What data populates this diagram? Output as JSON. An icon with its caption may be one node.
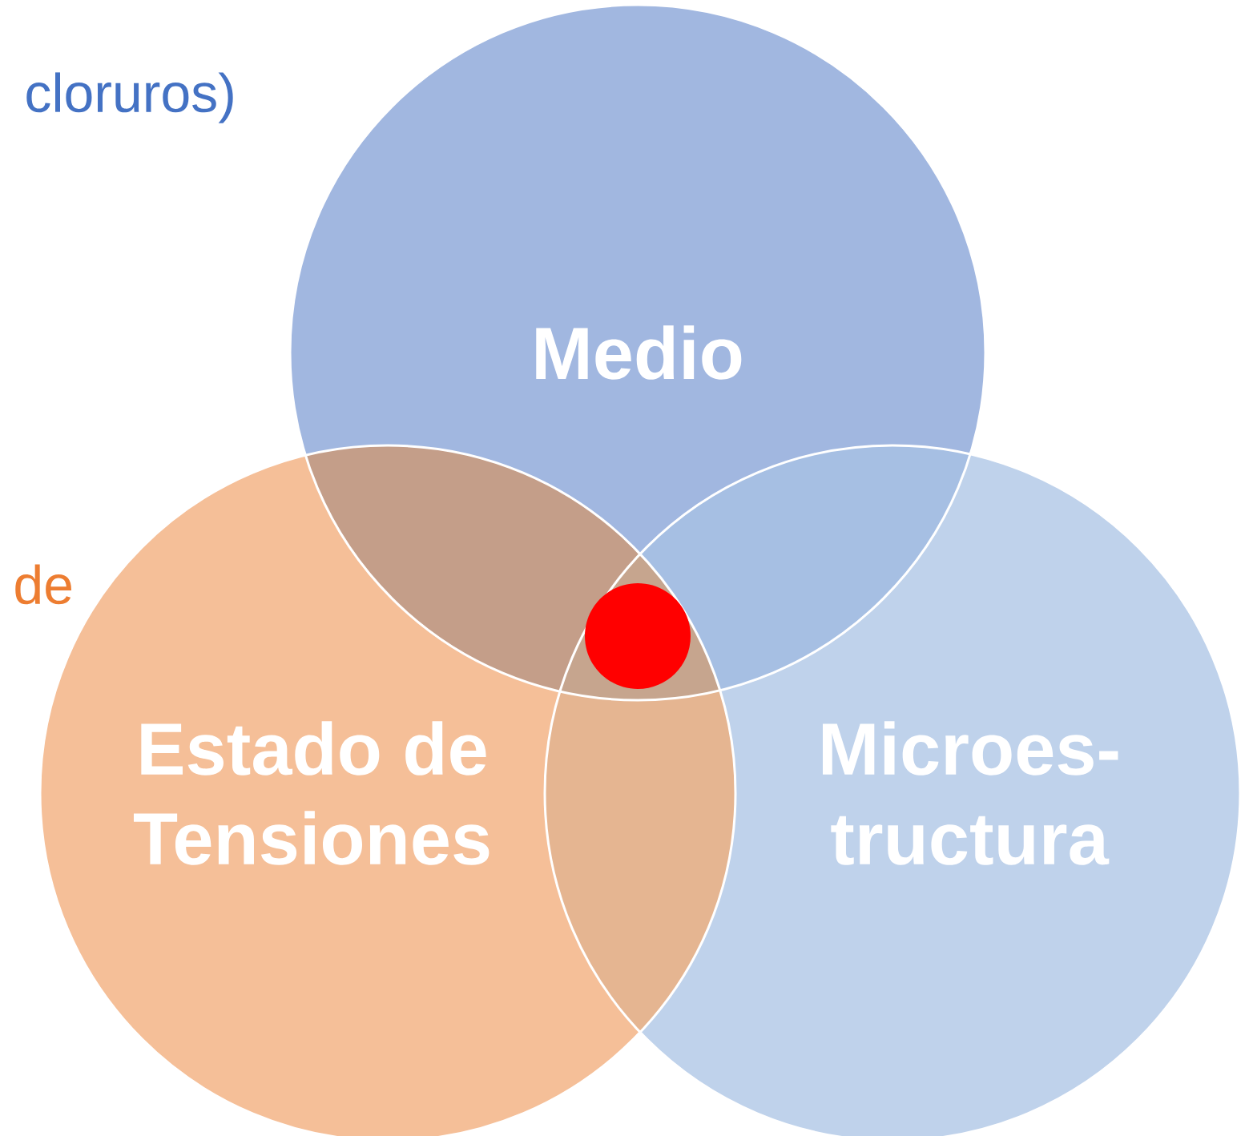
{
  "diagram": {
    "nodes": [
      {
        "text": [
          "Medio"
        ]
      },
      {
        "text": [
          "Estado de Tensiones"
        ]
      },
      {
        "text": [
          "Microes- tructura"
        ]
      },
      {
        "text": [],
        "shape": "circle"
      }
    ],
    "labels": [
      "cloruros)",
      "de"
    ]
  }
}
